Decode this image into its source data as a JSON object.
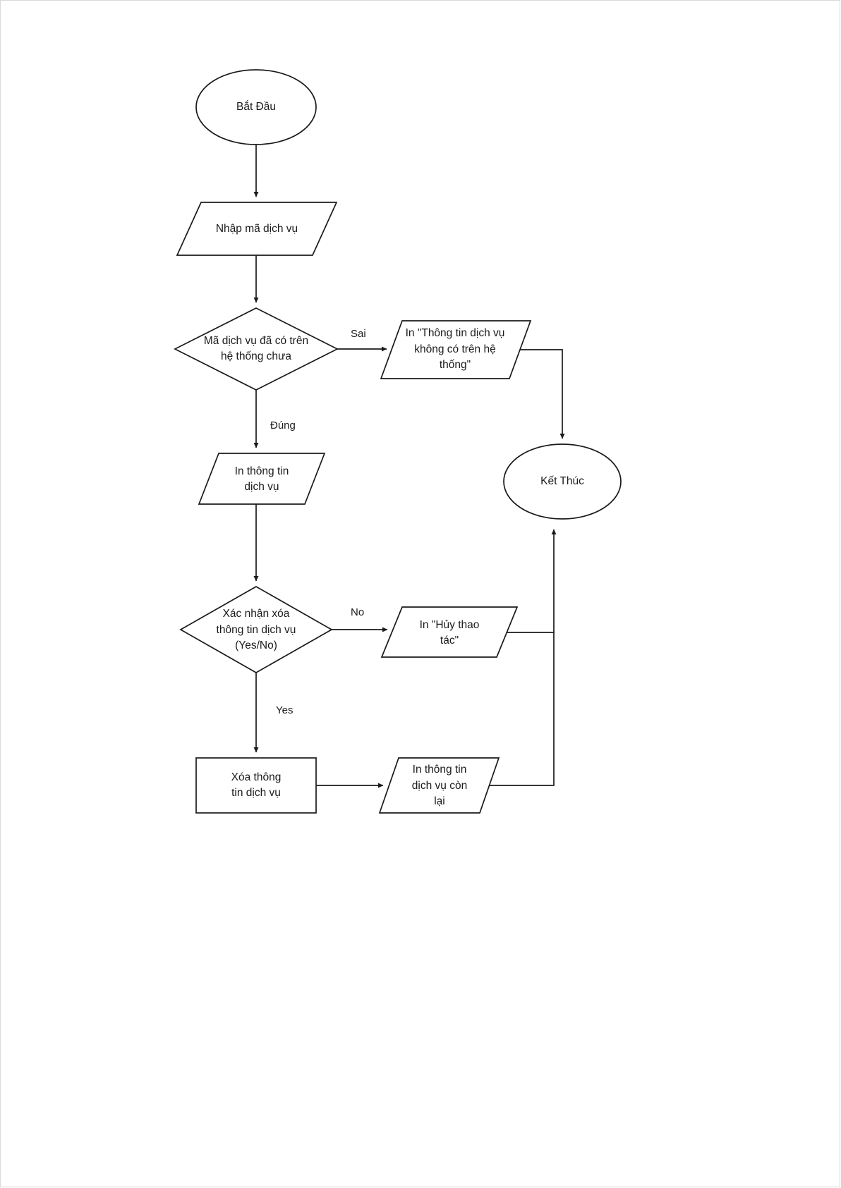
{
  "diagram": {
    "title": "Flowchart - Xoa thong tin dich vu",
    "language": "vi",
    "stroke_color": "#1a1a1a",
    "fill_color": "#ffffff",
    "page_border_color": "#d9d9d9"
  },
  "nodes": {
    "start": {
      "label": "Bắt Đầu",
      "shape": "ellipse"
    },
    "input_code": {
      "label": "Nhập mã dịch vụ",
      "shape": "parallelogram"
    },
    "decision_exists": {
      "label": "Mã dịch vụ đã có trên\nhệ thống chưa",
      "shape": "diamond"
    },
    "print_not_found": {
      "label": "In \"Thông tin dịch vụ\nkhông có trên hệ\nthống\"",
      "shape": "parallelogram"
    },
    "print_info": {
      "label": "In thông tin\ndịch vụ",
      "shape": "parallelogram"
    },
    "decision_confirm": {
      "label": "Xác nhận xóa\nthông tin dịch vụ\n(Yes/No)",
      "shape": "diamond"
    },
    "print_cancel": {
      "label": "In \"Hủy thao\ntác\"",
      "shape": "parallelogram"
    },
    "delete_info": {
      "label": "Xóa thông\ntin dịch vụ",
      "shape": "rectangle"
    },
    "print_remaining": {
      "label": "In thông tin\ndịch vụ còn\nlại",
      "shape": "parallelogram"
    },
    "end": {
      "label": "Kết Thúc",
      "shape": "ellipse"
    }
  },
  "edge_labels": {
    "sai": "Sai",
    "dung": "Đúng",
    "no": "No",
    "yes": "Yes"
  }
}
